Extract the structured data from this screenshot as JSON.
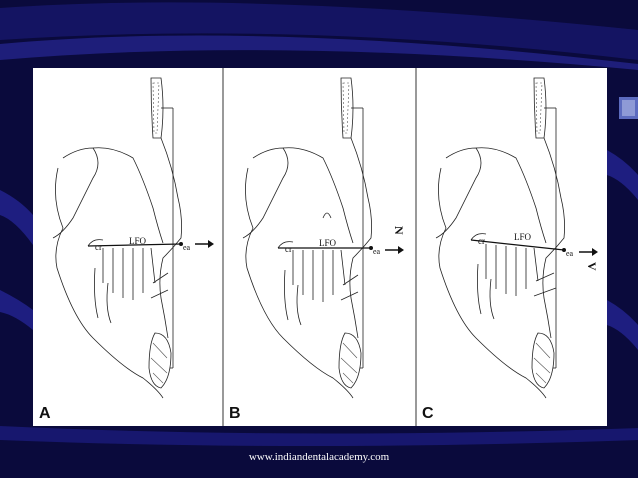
{
  "slide": {
    "background_color": "#0a0a3c",
    "footer_text": "www.indiandentalacademy.com"
  },
  "figure": {
    "panels": [
      {
        "letter": "A",
        "cr_label": "cr",
        "lfo_label": "LFO",
        "ea_label": "ea",
        "arrow": "right"
      },
      {
        "letter": "B",
        "cr_label": "cr",
        "lfo_label": "LFO",
        "ea_label": "ea",
        "arrow": "right",
        "side_mark": "N"
      },
      {
        "letter": "C",
        "cr_label": "cr",
        "lfo_label": "LFO",
        "ea_label": "ea",
        "arrow": "right",
        "side_mark": "V"
      }
    ]
  }
}
